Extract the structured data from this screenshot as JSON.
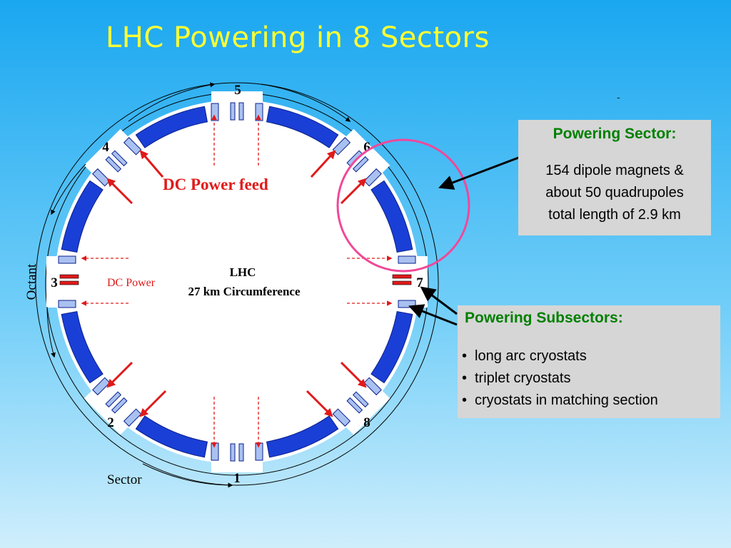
{
  "slide": {
    "title": "LHC Powering in 8 Sectors",
    "dash": "-"
  },
  "diagram": {
    "octants": [
      "1",
      "2",
      "3",
      "4",
      "5",
      "6",
      "7",
      "8"
    ],
    "label_octant": "Octant",
    "label_sector": "Sector",
    "label_dc_power_feed": "DC Power feed",
    "label_dc_power": "DC Power",
    "center_line1": "LHC",
    "center_line2": "27 km Circumference",
    "colors": {
      "arc": "#1a3fd6",
      "arc_edge": "#0a1f8c",
      "end_block": "#a9c1f0",
      "feed_arrow": "#e01a1a",
      "highlight_circle": "#f0489a",
      "dc_bars": "#e01a1a"
    }
  },
  "powering_sector": {
    "heading": "Powering Sector:",
    "lines": [
      "154 dipole magnets &",
      "about 50 quadrupoles",
      "total length of 2.9 km"
    ]
  },
  "powering_subsectors": {
    "heading": "Powering Subsectors:",
    "bullet": "•",
    "items": [
      "long arc cryostats",
      "triplet cryostats",
      "cryostats in matching section"
    ]
  }
}
